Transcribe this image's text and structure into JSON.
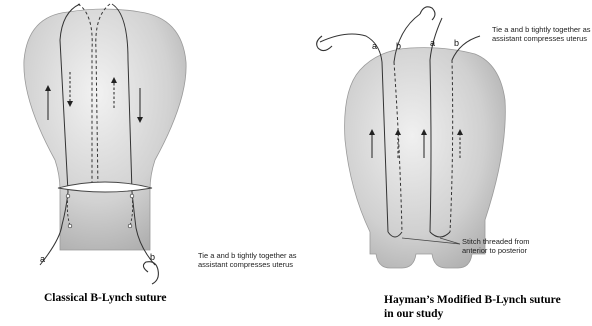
{
  "left_figure": {
    "thread_labels": {
      "a": "a",
      "b": "b"
    },
    "note_line_1": "Tie a and b tightly together as",
    "note_line_2": "assistant compresses uterus",
    "caption": "Classical B-Lynch suture"
  },
  "right_figure": {
    "thread_labels": {
      "a1": "a",
      "b1": "b",
      "a2": "a",
      "b2": "b"
    },
    "note_line_1": "Tie a and b tightly together as",
    "note_line_2": "assistant compresses uterus",
    "stitch_line_1": "Stitch threaded from",
    "stitch_line_2": "anterior to posterior",
    "caption_line_1": "Hayman’s Modified B-Lynch suture",
    "caption_line_2": "in our study"
  },
  "colors": {
    "uterus_light": "#e6e6e6",
    "uterus_dark": "#a9a9a9",
    "suture": "#333333"
  }
}
